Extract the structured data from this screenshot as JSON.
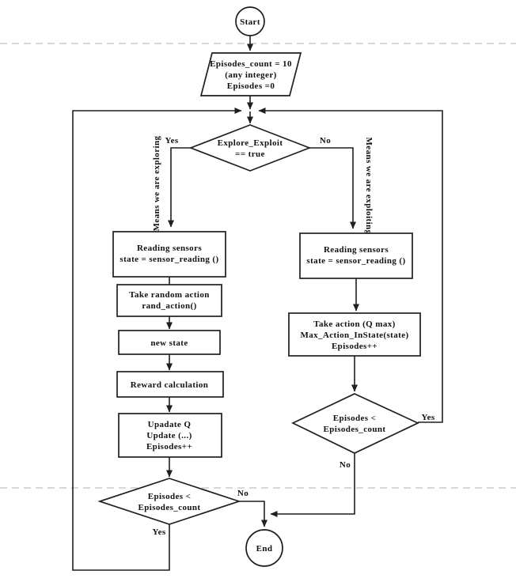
{
  "diagram": {
    "type": "flowchart",
    "colors": {
      "line": "#1f1f1f",
      "text": "#101018",
      "page_break_dash": "#cbcbcb",
      "background": "#ffffff"
    },
    "nodes": {
      "start": {
        "shape": "terminator-circle",
        "label": "Start"
      },
      "init": {
        "shape": "parallelogram",
        "lines": [
          "Episodes_count = 10",
          "(any integer)",
          "Episodes =0"
        ]
      },
      "explore_decision": {
        "shape": "diamond",
        "lines": [
          "Explore_Exploit",
          "== true"
        ]
      },
      "left_read_sensors": {
        "shape": "process",
        "lines": [
          "Reading sensors",
          "state = sensor_reading ()"
        ]
      },
      "left_random_action": {
        "shape": "process",
        "lines": [
          "Take random action",
          "rand_action()"
        ]
      },
      "left_new_state": {
        "shape": "process",
        "lines": [
          "new state"
        ]
      },
      "left_reward": {
        "shape": "process",
        "lines": [
          "Reward calculation"
        ]
      },
      "left_update_q": {
        "shape": "process",
        "lines": [
          "Upadate Q",
          "Update (...)",
          "Episodes++"
        ]
      },
      "left_episode_decision": {
        "shape": "diamond",
        "lines": [
          "Episodes <",
          "Episodes_count"
        ]
      },
      "right_read_sensors": {
        "shape": "process",
        "lines": [
          "Reading sensors",
          "state = sensor_reading ()"
        ]
      },
      "right_take_action": {
        "shape": "process",
        "lines": [
          "Take action (Q max)",
          "Max_Action_InState(state)",
          "Episodes++"
        ]
      },
      "right_episode_decision": {
        "shape": "diamond",
        "lines": [
          "Episodes <",
          "Episodes_count"
        ]
      },
      "end": {
        "shape": "terminator-circle",
        "label": "End"
      }
    },
    "edge_labels": {
      "explore_yes": "Yes",
      "explore_no": "No",
      "left_branch_note": "Means we are exploring",
      "right_branch_note": "Means we are exploiting",
      "left_decision_no": "No",
      "left_decision_yes": "Yes",
      "right_decision_yes": "Yes",
      "right_decision_no": "No"
    }
  }
}
